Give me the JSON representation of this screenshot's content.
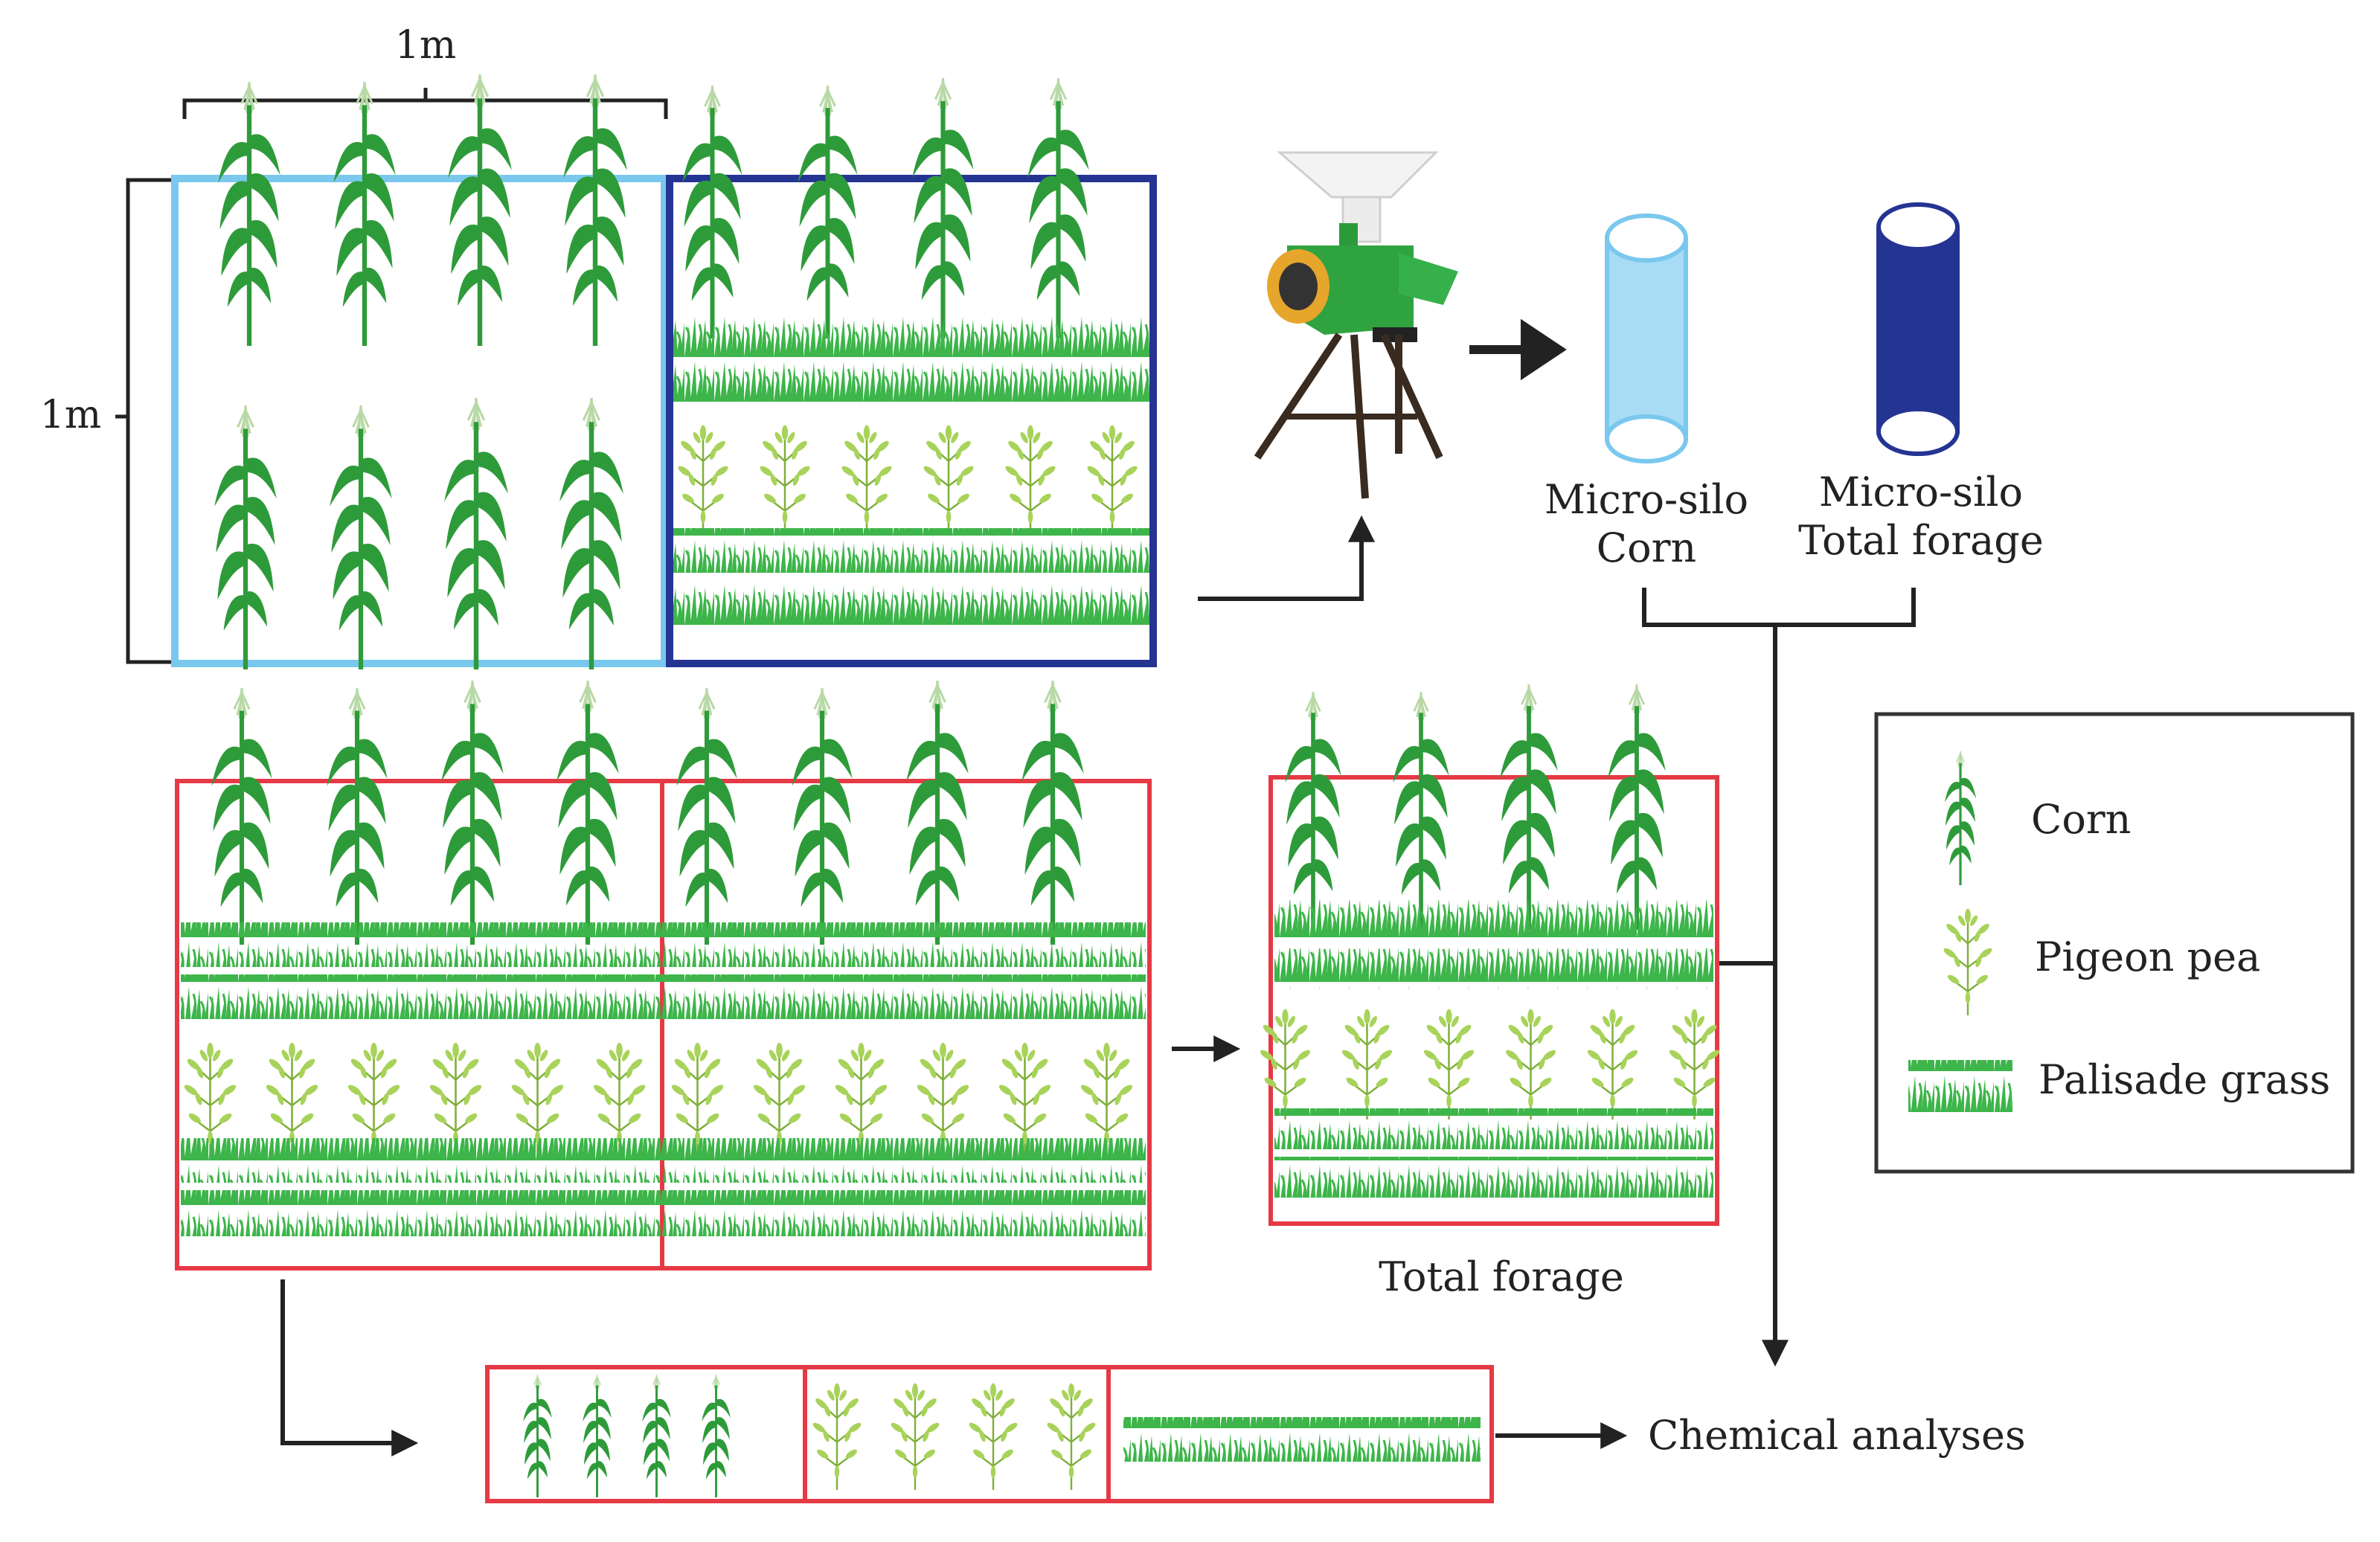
{
  "labels": {
    "width_dim": "1m",
    "height_dim": "1m",
    "silo_corn_line1": "Micro-silo",
    "silo_corn_line2": "Corn",
    "silo_total_line1": "Micro-silo",
    "silo_total_line2": "Total forage",
    "total_forage": "Total forage",
    "chemical_analyses": "Chemical analyses"
  },
  "legend": {
    "items": [
      {
        "label": "Corn",
        "icon": "corn-icon"
      },
      {
        "label": "Pigeon pea",
        "icon": "pigeon-pea-icon"
      },
      {
        "label": "Palisade grass",
        "icon": "palisade-grass-icon"
      }
    ]
  },
  "colors": {
    "corn_plot": "#7ac8ee",
    "mixed_plot": "#243493",
    "sample_plot": "#e53a45",
    "corn_leaf": "#2e9b3a",
    "pea_leaf": "#9ccc4a",
    "grass": "#3db54a",
    "arrow": "#222222"
  }
}
